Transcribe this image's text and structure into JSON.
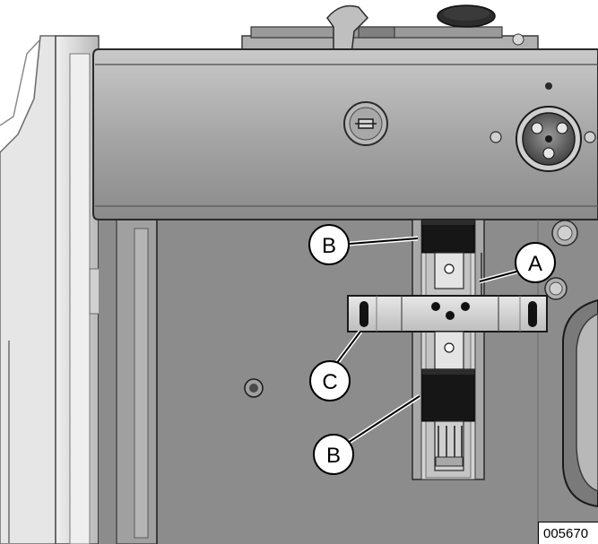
{
  "callouts": {
    "a": "A",
    "b_top": "B",
    "b_bottom": "B",
    "c": "C"
  },
  "figure_id": "005670"
}
